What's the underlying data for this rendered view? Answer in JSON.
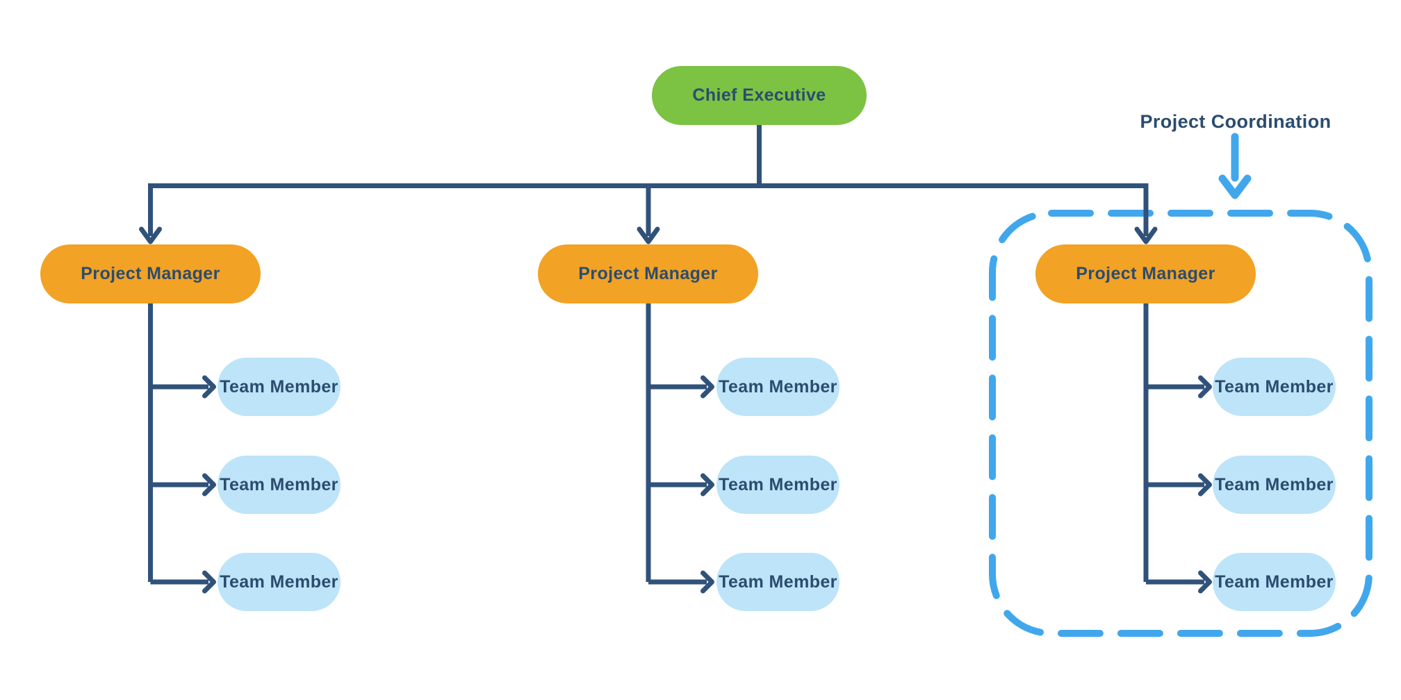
{
  "colors": {
    "bg": "#ffffff",
    "navy": "#2B4C6F",
    "line-navy": "#30527A",
    "green": "#7CC243",
    "orange": "#F2A224",
    "lightblue": "#BDE4F9",
    "skyblue": "#41A7EC"
  },
  "diagram": {
    "root": {
      "label": "Chief Executive"
    },
    "managers": [
      {
        "label": "Project Manager",
        "members": [
          {
            "label": "Team Member"
          },
          {
            "label": "Team Member"
          },
          {
            "label": "Team Member"
          }
        ]
      },
      {
        "label": "Project Manager",
        "members": [
          {
            "label": "Team Member"
          },
          {
            "label": "Team Member"
          },
          {
            "label": "Team Member"
          }
        ]
      },
      {
        "label": "Project Manager",
        "members": [
          {
            "label": "Team Member"
          },
          {
            "label": "Team Member"
          },
          {
            "label": "Team Member"
          }
        ]
      }
    ],
    "annotation": {
      "label": "Project Coordination"
    }
  }
}
